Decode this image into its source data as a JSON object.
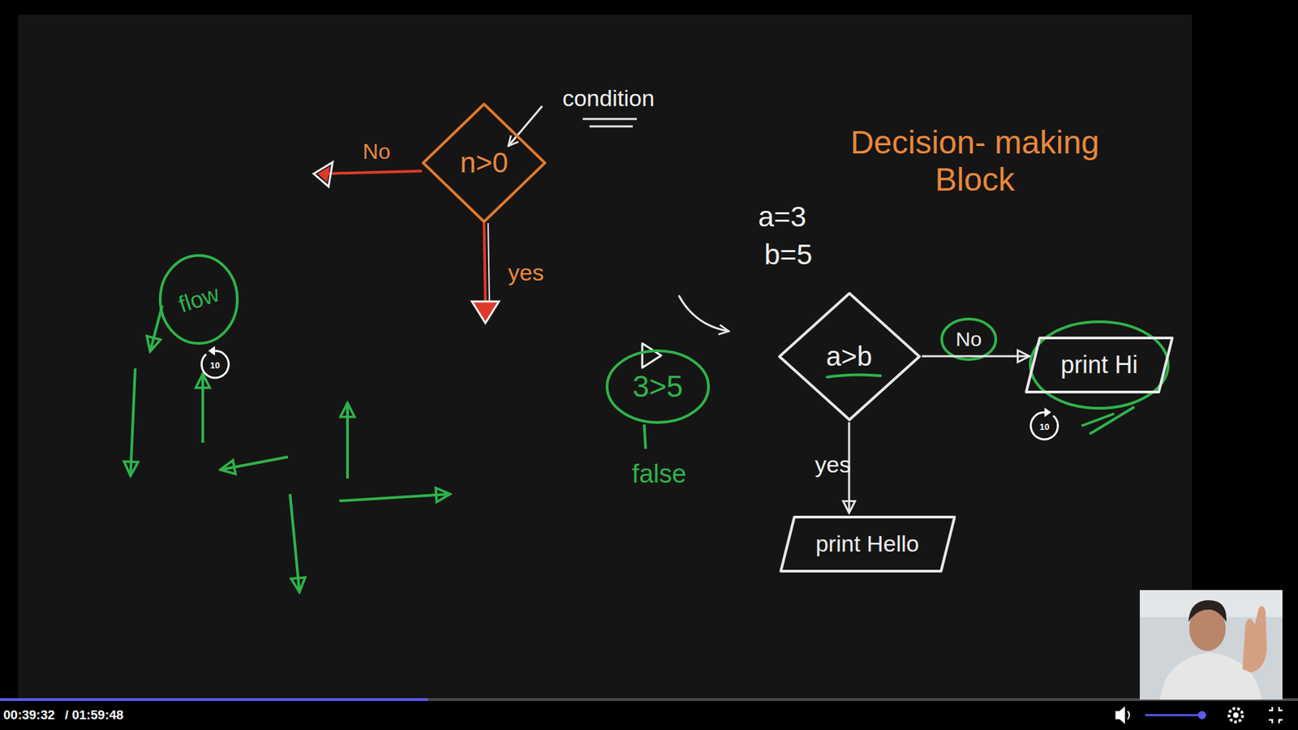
{
  "diagram": {
    "nodes": [
      {
        "text": [
          "n>0"
        ]
      },
      {
        "text": [
          "flow"
        ]
      },
      {
        "text": [
          "a>b"
        ]
      },
      {
        "text": [
          "3>5"
        ]
      },
      {
        "text": [
          "print Hi"
        ]
      },
      {
        "text": [
          "print Hello"
        ]
      }
    ],
    "edges": [
      {
        "from": 2,
        "to": 4,
        "arrow": "to",
        "label": "No"
      },
      {
        "from": 2,
        "to": 5,
        "arrow": "to",
        "label": "yes"
      }
    ],
    "labels": [
      "condition",
      "No",
      "yes",
      "Decision- making Block",
      "a=3",
      "b=5",
      "false",
      "10",
      "10",
      "00:39:32",
      "/ 01:59:48"
    ]
  }
}
